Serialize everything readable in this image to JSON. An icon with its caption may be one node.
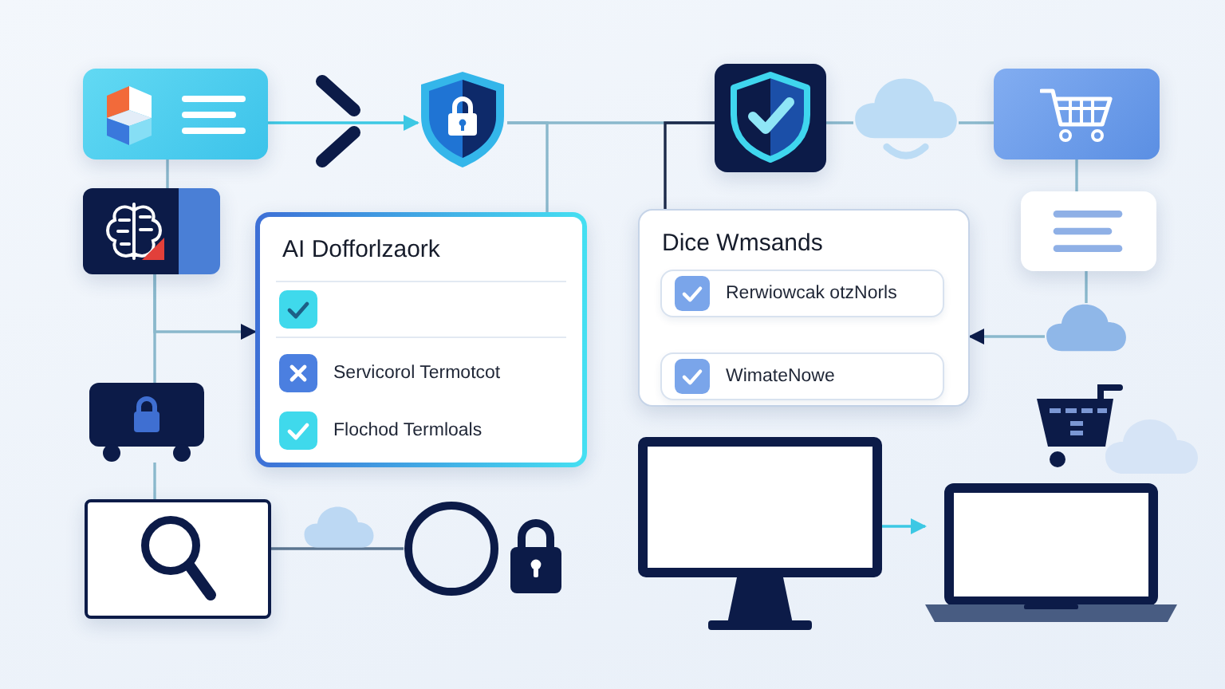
{
  "diagram": {
    "nodes": [
      {
        "text": [],
        "shape": "box"
      },
      {
        "text": [],
        "shape": "shield"
      },
      {
        "text": [],
        "shape": "box"
      },
      {
        "text": [],
        "shape": "cloud"
      },
      {
        "text": [],
        "shape": "box"
      },
      {
        "text": [],
        "shape": "box"
      },
      {
        "text": [
          "AI Dofforlzaork",
          "Servicorol Termotcot",
          "Flochod Termloals"
        ]
      },
      {
        "text": [
          "Dice Wmsands"
        ]
      },
      {
        "text": [
          "Rerwiowcak otzNorls"
        ],
        "in": 7
      },
      {
        "text": [
          "WimateNowe"
        ],
        "in": 7
      },
      {
        "text": [],
        "shape": "box"
      },
      {
        "text": [],
        "shape": "cloud"
      },
      {
        "text": [],
        "shape": "box"
      },
      {
        "text": [],
        "shape": "box"
      },
      {
        "text": [],
        "shape": "circle"
      },
      {
        "text": [],
        "shape": "monitor"
      },
      {
        "text": [],
        "shape": "laptop"
      }
    ],
    "edges": [
      {
        "from": 0,
        "to": 1,
        "arrow": "to",
        "color": "#3cc8e4"
      },
      {
        "from": 1,
        "to": 2,
        "arrow": "none"
      },
      {
        "from": 1,
        "to": 6,
        "arrow": "none"
      },
      {
        "from": 2,
        "to": 7,
        "arrow": "none",
        "color": "#1c2a4a"
      },
      {
        "from": 2,
        "to": 3,
        "arrow": "none"
      },
      {
        "from": 3,
        "to": 4,
        "arrow": "none"
      },
      {
        "from": 4,
        "to": 10,
        "arrow": "none"
      },
      {
        "from": 10,
        "to": 11,
        "arrow": "none"
      },
      {
        "from": 11,
        "to": 7,
        "arrow": "to"
      },
      {
        "from": 0,
        "to": 5,
        "arrow": "none"
      },
      {
        "from": 5,
        "to": 6,
        "arrow": "to"
      },
      {
        "from": 5,
        "to": 12,
        "arrow": "none"
      },
      {
        "from": 12,
        "to": 13,
        "arrow": "none"
      },
      {
        "from": 13,
        "to": 14,
        "arrow": "none",
        "color": "#5b7590"
      },
      {
        "from": 15,
        "to": 16,
        "arrow": "to",
        "color": "#3cc8e4"
      }
    ]
  }
}
